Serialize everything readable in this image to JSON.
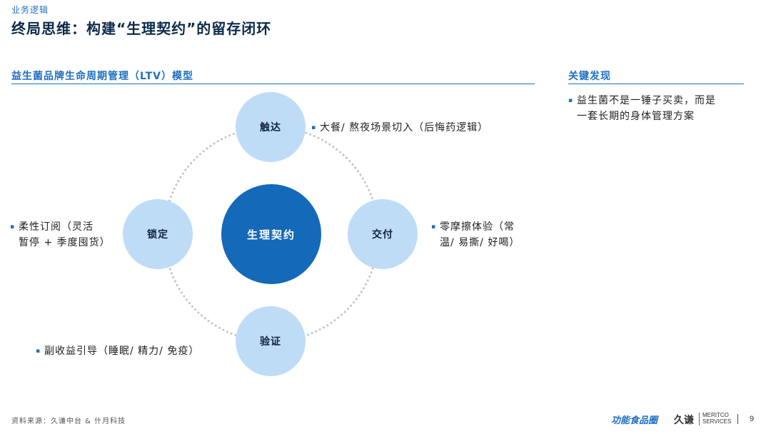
{
  "header": {
    "category": "业务逻辑",
    "title": "终局思维：构建“生理契约”的留存闭环"
  },
  "left_section": {
    "heading": "益生菌品牌生命周期管理（LTV）模型"
  },
  "right_section": {
    "heading": "关键发现",
    "bullet": "▪",
    "finding_line1": "益生菌不是一锤子买卖，而是",
    "finding_line2": "一套长期的身体管理方案"
  },
  "diagram": {
    "center_label": "生理契约",
    "nodes": {
      "top": "触达",
      "right": "交付",
      "bottom": "验证",
      "left": "锁定"
    },
    "notes": {
      "top": "大餐/ 熬夜场景切入（后悔药逻辑）",
      "right_line1": "零摩擦体验（常",
      "right_line2": "温/ 易撕/ 好喝）",
      "left_line1": "柔性订阅（灵活",
      "left_line2": "暂停 + 季度囤货）",
      "bottom": "副收益引导（睡眠/ 精力/ 免疫）"
    }
  },
  "footer": {
    "source": "资料来源：久谦中台 & 什月科技",
    "logo1": "功能食品圈",
    "logo2": "久谦",
    "logo2_sub1": "MERITCO",
    "logo2_sub2": "SERVICES",
    "page": "9"
  },
  "colors": {
    "accent": "#1f6fc1",
    "node_fill": "#bfdcf7",
    "center_fill": "#1469b8",
    "ring": "#c4c4c4"
  }
}
